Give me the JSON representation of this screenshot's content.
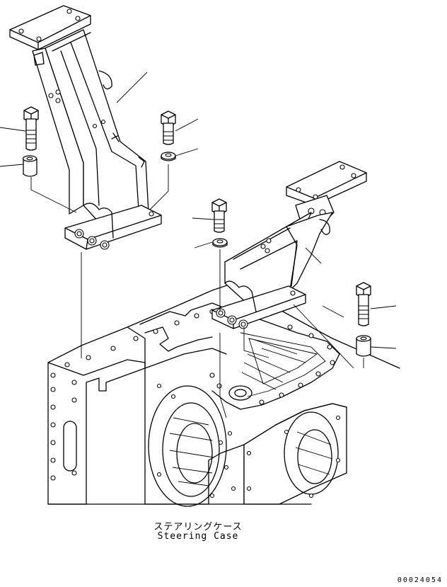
{
  "caption": {
    "japanese": "ステアリングケース",
    "english": "Steering Case"
  },
  "document_code": "00024054",
  "colors": {
    "line": "#000000",
    "background": "#ffffff"
  }
}
